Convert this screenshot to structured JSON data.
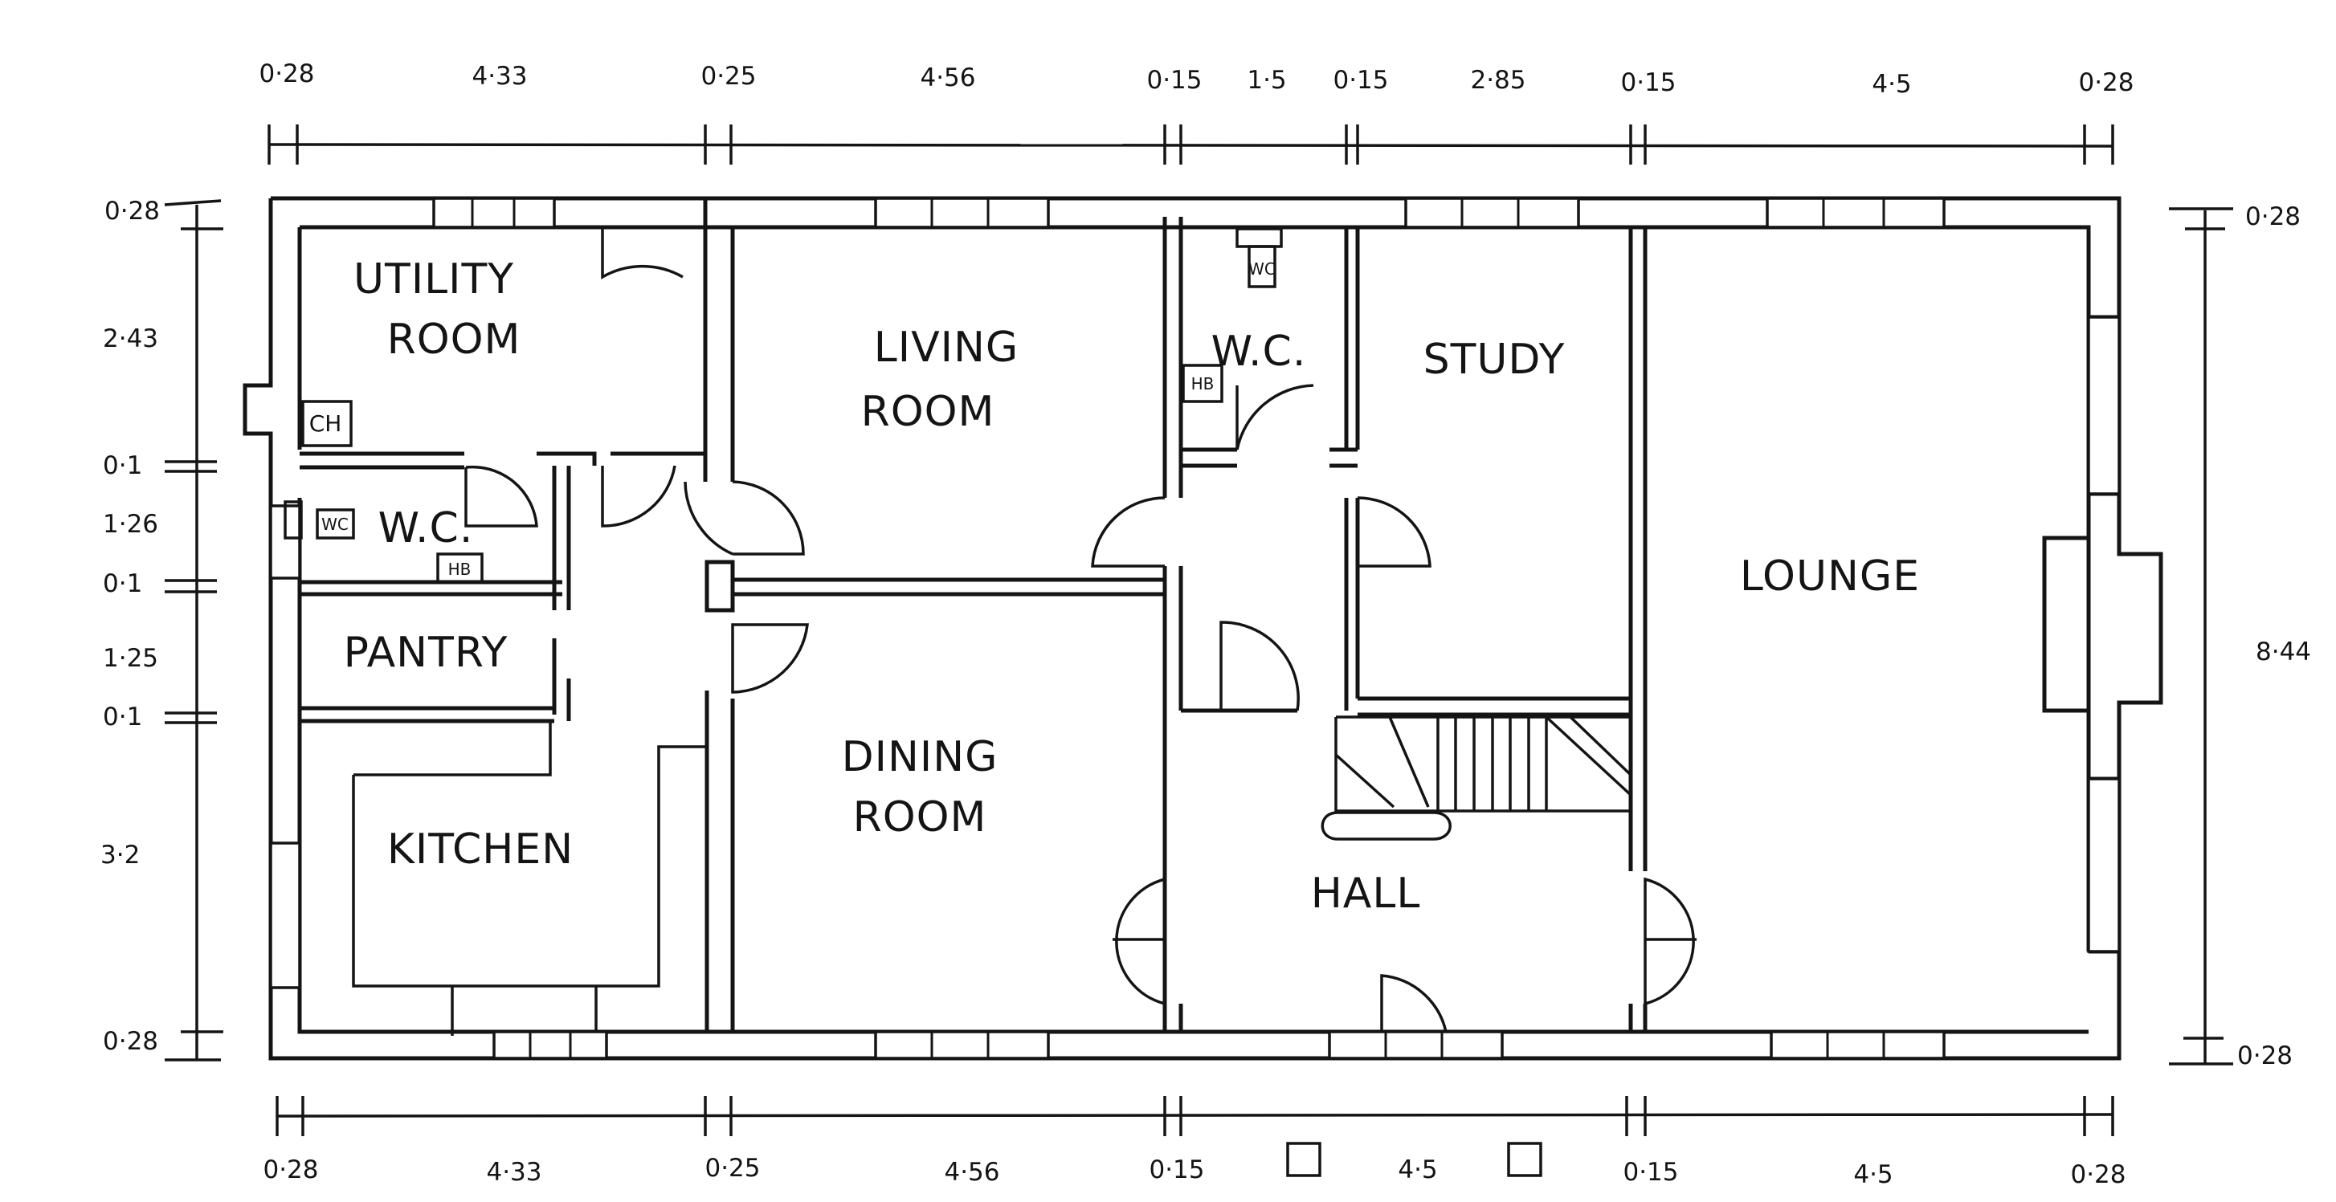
{
  "rooms": {
    "utility_line1": "UTILITY",
    "utility_line2": "ROOM",
    "living_line1": "LIVING",
    "living_line2": "ROOM",
    "wc_upper": "W.C.",
    "study": "STUDY",
    "wc_lower": "W.C.",
    "pantry": "PANTRY",
    "lounge": "LOUNGE",
    "dining_line1": "DINING",
    "dining_line2": "ROOM",
    "kitchen": "KITCHEN",
    "hall": "HALL"
  },
  "fixtures": {
    "wc_upper": "WC",
    "hb_upper": "HB",
    "ch": "CH",
    "wc_lower": "WC",
    "hb_lower": "HB"
  },
  "dimensions": {
    "top": [
      "0·28",
      "4·33",
      "0·25",
      "4·56",
      "0·15",
      "1·5",
      "0·15",
      "2·85",
      "0·15",
      "4·5",
      "0·28"
    ],
    "bottom": [
      "0·28",
      "4·33",
      "0·25",
      "4·56",
      "0·15",
      "4·5",
      "0·15",
      "4·5",
      "0·28"
    ],
    "left": [
      "0·28",
      "2·43",
      "0·1",
      "1·26",
      "0·1",
      "1·25",
      "0·1",
      "3·2",
      "0·28"
    ],
    "right_top": "0·28",
    "right_total": "8·44",
    "right_bottom": "0·28"
  }
}
